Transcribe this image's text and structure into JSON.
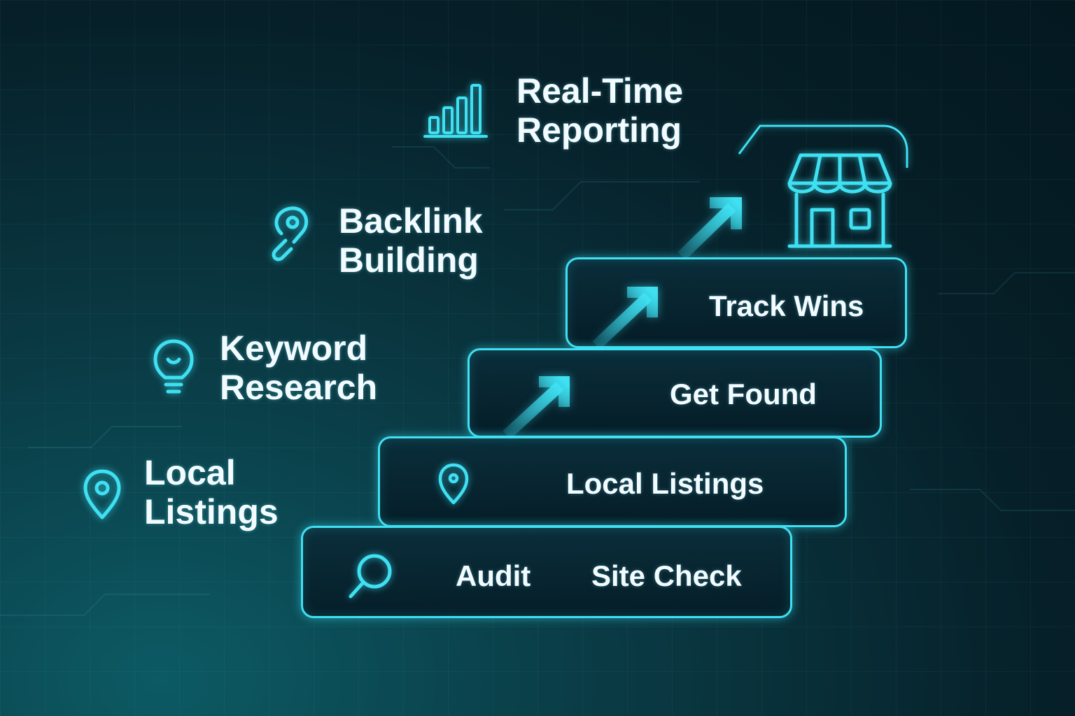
{
  "colors": {
    "accent": "#3fe0f2",
    "text": "#f2fbff",
    "background": "#061f28"
  },
  "side_items": [
    {
      "icon": "bar-chart-icon",
      "line1": "Real-Time",
      "line2": "Reporting"
    },
    {
      "icon": "link-icon",
      "line1": "Backlink",
      "line2": "Building"
    },
    {
      "icon": "lightbulb-icon",
      "line1": "Keyword",
      "line2": "Research"
    },
    {
      "icon": "location-pin-icon",
      "line1": "Local",
      "line2": "Listings"
    }
  ],
  "steps": [
    {
      "label": "Track Wins"
    },
    {
      "label": "Get Found"
    },
    {
      "label": "Local Listings",
      "icon": "location-pin-icon"
    },
    {
      "label_left": "Audit",
      "label_right": "Site Check",
      "icon": "magnifier-icon"
    }
  ],
  "goal_icon": "storefront-icon"
}
